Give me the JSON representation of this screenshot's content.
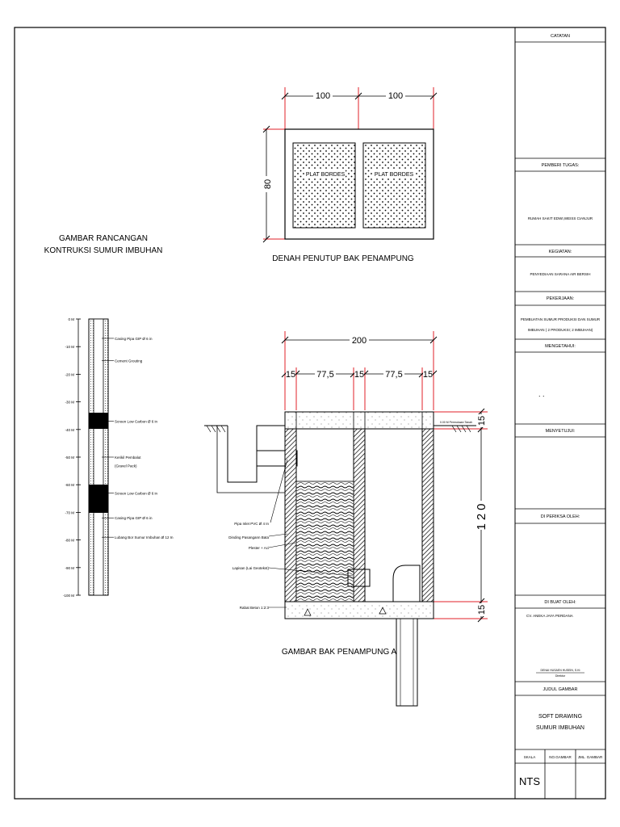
{
  "titles": {
    "rancangan_line1": "GAMBAR RANCANGAN",
    "rancangan_line2": "KONTRUKSI SUMUR IMBUHAN",
    "denah": "DENAH PENUTUP BAK PENAMPUNG",
    "bak": "GAMBAR BAK PENAMPUNG AIR"
  },
  "plan": {
    "dim_left": "100",
    "dim_right": "100",
    "dim_height": "80",
    "slab_label_left": "PLAT BORDES",
    "slab_label_right": "PLAT BORDES"
  },
  "section": {
    "dim_total": "200",
    "dim_parts": [
      "15",
      "77,5",
      "15",
      "77,5",
      "15"
    ],
    "dim_side": [
      "15",
      "120",
      "15"
    ],
    "ground_label": "0.00 M   Permukaan Tanah",
    "labels": {
      "inlet": "Pipa Inlet PVC Ø 4 In",
      "wall": "Dinding Pasangann Bata",
      "plaster": "Plester + Aci",
      "geotext": "Lapisan (Lai Geotekst)",
      "base": "Rabat Beton 1:2:3"
    }
  },
  "well": {
    "depths": [
      "0 M",
      "-10 M",
      "-20 M",
      "-30 M",
      "-40 M",
      "-50 M",
      "-60 M",
      "-70 M",
      "-80 M",
      "-90 M",
      "-100 M"
    ],
    "annotations": [
      {
        "text": "Casing Pipa GIP Ø 6 in",
        "depth": 7
      },
      {
        "text": "Cement Grouting",
        "depth": 15
      },
      {
        "text": "Screen Low Carbon Ø 6 in",
        "depth": 37
      },
      {
        "text": "Kerikil Pembalut",
        "depth": 50
      },
      {
        "text": "(Gravel Pack)",
        "depth": 53
      },
      {
        "text": "Screen Low Carbon Ø 6 in",
        "depth": 63
      },
      {
        "text": "Casing Pipa GIP Ø 6 in",
        "depth": 72
      },
      {
        "text": "Lubang Bor Sumur Imbuhan  Ø 12 In",
        "depth": 79
      }
    ]
  },
  "titleblock": {
    "catatan": "CATATAN",
    "pemberi_tugas": "PEMBERI TUGAS:",
    "pemberi_value": "RUMAH SAKIT EDWI,WEISS CIANJUR",
    "kegiatan": "KEGIATAN:",
    "kegiatan_value": "PENYEDIAAN SARANA AIR BERSIH",
    "pekerjaan": "PEKERJAAN:",
    "pekerjaan_line1": "PEMBUATAN SUMUR PRODUKSI DAN SUMUR",
    "pekerjaan_line2": "IMBUHAN ( 2 PRODUKSI; 2 IMBUHAN)",
    "mengetahui": "MENGETAHUI:",
    "mengetahui_dots": ". .",
    "menyetujui": "MENYETUJUI:",
    "diperiksa": "DI PERIKSA OLEH:",
    "dibuat": "DI BUAT OLEH:",
    "dibuat_value": "CV. ANEKA JAYA PERDANA",
    "signer_name": "DENAI HUSAEN HUSEIN, S.Kt",
    "signer_role": "Direktur",
    "judul": "JUDUL GAMBAR",
    "judul_line1": "SOFT DRAWING",
    "judul_line2": "SUMUR IMBUHAN",
    "skala": "SKALA",
    "no_gambar": "NO.GAMBAR",
    "jml_gambar": "JML. GAMBAR",
    "skala_value": "NTS"
  },
  "colors": {
    "dimension_red": "#e0202a",
    "line": "#000000",
    "screen_fill": "#000000"
  }
}
